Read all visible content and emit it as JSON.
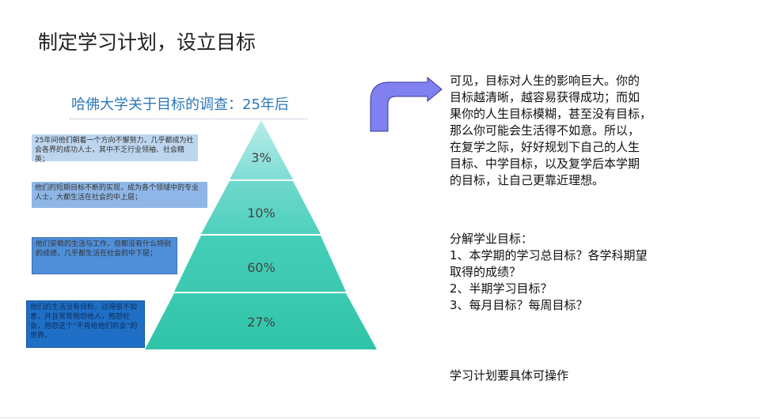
{
  "title": "制定学习计划，设立目标",
  "pyramid": {
    "title": "哈佛大学关于目标的调查：25年后",
    "levels": [
      {
        "percent": "3%",
        "description": "25年间他们朝着一个方向不懈努力，几乎都成为社会各界的成功人士，其中不乏行业领袖、社会精英；"
      },
      {
        "percent": "10%",
        "description": "他们的短期目标不断的实现，成为各个领域中的专业人士，大都生活在社会的中上层；"
      },
      {
        "percent": "60%",
        "description": "他们安稳的生活与工作，但都没有什么特别的成绩，几乎都生活在社会的中下层；"
      },
      {
        "percent": "27%",
        "description": "他们的生活没有目标，过得很不如意，并且常常抱怨他人，抱怨社会，抱怨这个“不肯给他们机会”的世界。"
      }
    ]
  },
  "body_lines": [
    "可见，目标对人生的影响巨大。你的",
    "目标越清晰，越容易获得成功；而如",
    "果你的人生目标模糊，甚至没有目标，",
    "那么你可能会生活得不如意。所以，",
    "在复学之际，好好规划下自己的人生",
    "目标、中学目标，以及复学后本学期",
    "的目标，让自己更靠近理想。"
  ],
  "sub_lines": [
    "分解学业目标：",
    "1、本学期的学习总目标？各学科期望",
    "取得的成绩？",
    "2、半期学习目标？",
    "3、每月目标？每周目标？"
  ],
  "footer": "学习计划要具体可操作",
  "colors": {
    "arrow": "#8080f0",
    "title_blue": "#2e78b8",
    "teal": "#3fd0b4"
  }
}
